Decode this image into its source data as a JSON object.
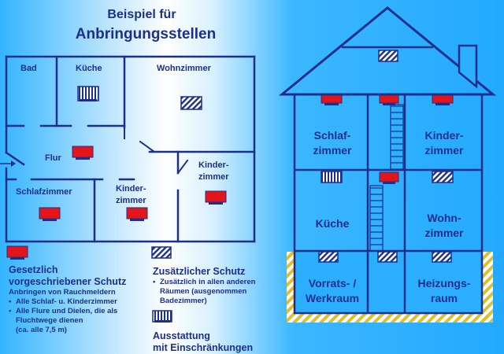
{
  "title": {
    "line1": "Beispiel für",
    "line2": "Anbringungsstellen"
  },
  "floorplan": {
    "rooms": {
      "bad": "Bad",
      "kueche": "Küche",
      "wohnzimmer": "Wohnzimmer",
      "flur": "Flur",
      "kinderzimmer_rechts": "Kinder-\nzimmer",
      "schlafzimmer": "Schlafzimmer",
      "kinderzimmer_unten": "Kinder-\nzimmer"
    }
  },
  "house": {
    "rooms": {
      "schlafzimmer": "Schlaf-\nzimmer",
      "kinderzimmer": "Kinder-\nzimmer",
      "kueche": "Küche",
      "wohnzimmer": "Wohn-\nzimmer",
      "vorratsraum": "Vorrats- /\nWerkraum",
      "heizungsraum": "Heizungs-\nraum"
    }
  },
  "legend": {
    "required": {
      "heading_1": "Gesetzlich",
      "heading_2": "vorgeschriebener Schutz",
      "subheading": "Anbringen von Rauchmeldern",
      "bullets": [
        "Alle Schlaf- u. Kinderzimmer",
        "Alle Flure und Dielen, die als",
        "Fluchtwege dienen"
      ],
      "note": "(ca. alle 7,5 m)"
    },
    "additional": {
      "heading": "Zusätzlicher Schutz",
      "bullet_1": "Zusätzlich in allen anderen",
      "line_2": "Räumen (ausgenommen",
      "line_3": "Badezimmer)"
    },
    "limited": {
      "line_1": "Ausstattung",
      "line_2": "mit Einschränkungen"
    }
  },
  "colors": {
    "line": "#1d2f8c",
    "required_detector": "#e4141b",
    "hatch": "#1d2f8c",
    "basement_hatch": "#e1be2a"
  }
}
